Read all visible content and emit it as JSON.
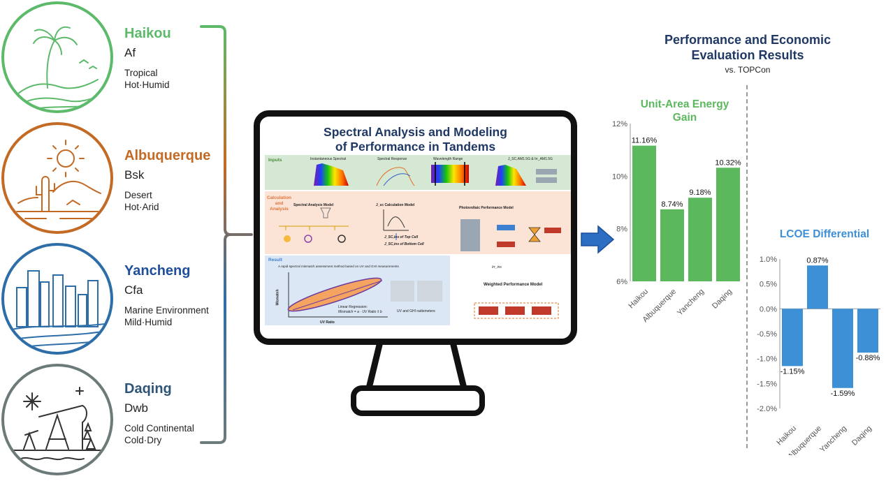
{
  "cities": [
    {
      "name": "Haikou",
      "code": "Af",
      "desc1": "Tropical",
      "desc2": "Hot·Humid",
      "color": "#5cba6a"
    },
    {
      "name": "Albuquerque",
      "code": "Bsk",
      "desc1": "Desert",
      "desc2": "Hot·Arid",
      "color": "#c36a25"
    },
    {
      "name": "Yancheng",
      "code": "Cfa",
      "desc1": "Marine Environment",
      "desc2": "Mild·Humid",
      "color": "#2e6ea8"
    },
    {
      "name": "Daqing",
      "code": "Dwb",
      "desc1": "Cold  Continental",
      "desc2": "Cold·Dry",
      "color": "#6d7a7a"
    }
  ],
  "monitor": {
    "title_line1": "Spectral Analysis and Modeling",
    "title_line2": "of Performance in Tandems",
    "inputs_label": "Inputs",
    "calc_label": "Calculation\nand\nAnalysis",
    "result_label": "Result",
    "instantaneous_spectral": "Instantaneous Spectral",
    "spectral_response": "Spectral Response",
    "wavelength_range": "Wavelength Range",
    "jsc_am": "J_SC,AM1.5G & Irr_AM1.5G",
    "spectral_analysis_model": "Spectral Analysis Model",
    "jsc_calc_model": "J_sc Calculation Model",
    "pv_performance_model": "Photovoltaic Performance Model",
    "top_cell": "J_SC,ins of Top Cell",
    "bottom_cell": "J_SC,ins of Bottom Cell",
    "weighted_model": "Weighted Performance Model",
    "irr_ins": "Irr_ins",
    "result_text": "A rapid spectral mismatch assessment method based on UV and GHI measurements",
    "mismatch_axis": "Mismatch",
    "uv_ratio_axis": "UV Ratio",
    "regression_line1": "Linear Regression:",
    "regression_line2": "Mismatch = a · UV Ratio ± b",
    "radiometers": "UV and GHI radiometers"
  },
  "results": {
    "title_line1": "Performance and Economic",
    "title_line2": "Evaluation Results",
    "subtitle": "vs. TOPCon"
  },
  "chart_data": [
    {
      "type": "bar",
      "title": "Unit-Area Energy Gain",
      "categories": [
        "Haikou",
        "Albuquerque",
        "Yancheng",
        "Daqing"
      ],
      "values": [
        11.16,
        8.74,
        9.18,
        10.32
      ],
      "value_labels": [
        "11.16%",
        "8.74%",
        "9.18%",
        "10.32%"
      ],
      "ylim": [
        6,
        12
      ],
      "yticks": [
        "6%",
        "8%",
        "10%",
        "12%"
      ],
      "color": "#5cb85c",
      "title_color": "#5cb85c"
    },
    {
      "type": "bar",
      "title": "LCOE Differential",
      "categories": [
        "Haikou",
        "Albuquerque",
        "Yancheng",
        "Daqing"
      ],
      "values": [
        -1.15,
        0.87,
        -1.59,
        -0.88
      ],
      "value_labels": [
        "-1.15%",
        "0.87%",
        "-1.59%",
        "-0.88%"
      ],
      "ylim": [
        -2.0,
        1.0
      ],
      "yticks": [
        "1.0%",
        "0.5%",
        "0.0%",
        "-0.5%",
        "-1.0%",
        "-1.5%",
        "-2.0%"
      ],
      "color": "#3d8fd6",
      "title_color": "#3d8fd6"
    }
  ],
  "colors": {
    "navy": "#1f3864",
    "arrow": "#2e6ec2"
  }
}
